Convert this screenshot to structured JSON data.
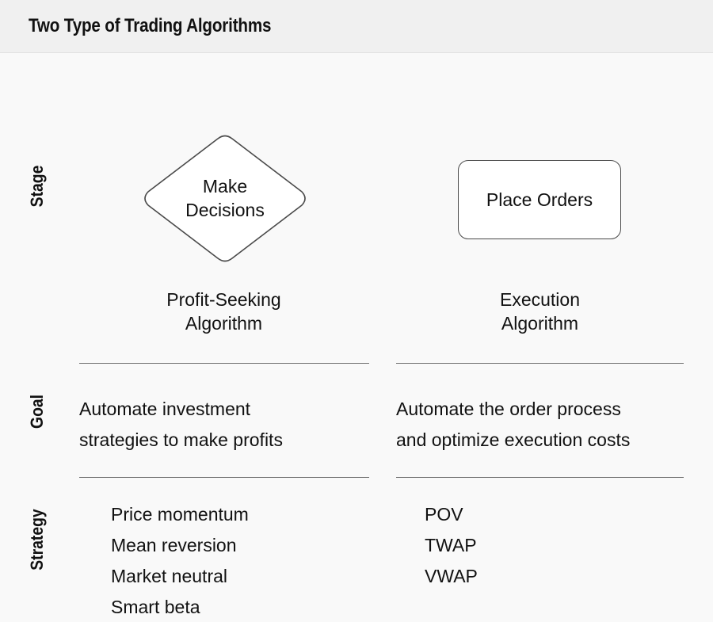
{
  "header": {
    "title": "Two Type of Trading Algorithms"
  },
  "theme": {
    "header_bg": "#f0f0f0",
    "body_bg": "#f9f9f9",
    "text": "#111111",
    "shape_stroke": "#4a4a4a",
    "divider": "#6e6e6e",
    "shape_fill": "#ffffff"
  },
  "row_labels": {
    "stage": "Stage",
    "goal": "Goal",
    "strategy": "Strategy"
  },
  "columns": [
    {
      "id": "profit-seeking",
      "stage_shape": "diamond",
      "stage_text_line1": "Make",
      "stage_text_line2": "Decisions",
      "type_line1": "Profit-Seeking",
      "type_line2": "Algorithm",
      "goal_line1": "Automate investment",
      "goal_line2": "strategies to make profits",
      "strategies": [
        "Price momentum",
        "Mean reversion",
        "Market neutral",
        "Smart beta"
      ]
    },
    {
      "id": "execution",
      "stage_shape": "rounded-rectangle",
      "stage_text_line1": "Place Orders",
      "stage_text_line2": "",
      "type_line1": "Execution",
      "type_line2": "Algorithm",
      "goal_line1": "Automate the order process",
      "goal_line2": "and optimize execution costs",
      "strategies": [
        "POV",
        "TWAP",
        "VWAP"
      ]
    }
  ]
}
